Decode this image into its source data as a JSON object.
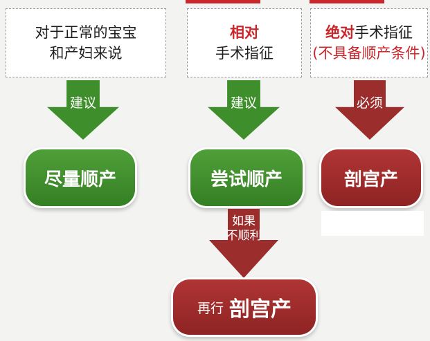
{
  "colors": {
    "green": "#3e8f2b",
    "red": "#c9272b",
    "dark_red": "#9b2d2d",
    "box_border": "#9a9a9a"
  },
  "columns": [
    {
      "box_lines": [
        {
          "text": "对于正常的宝宝",
          "emphasis": ""
        },
        {
          "text": "和产妇来说",
          "emphasis": ""
        }
      ],
      "arrow_label": "建议",
      "result": "尽量顺产"
    },
    {
      "box_lines": [
        {
          "text": "相对",
          "emphasis": "red-bold"
        },
        {
          "text": "手术指征",
          "emphasis": ""
        }
      ],
      "arrow_label": "建议",
      "result": "尝试顺产"
    },
    {
      "box_line1_strong": "绝对",
      "box_line1_rest": "手术指征",
      "box_line2": "(不具备顺产条件)",
      "arrow_label": "必须",
      "result": "剖宫产"
    }
  ],
  "fallback": {
    "arrow_label_line1": "如果",
    "arrow_label_line2": "不顺利",
    "result_prefix": "再行",
    "result_main": "剖宫产"
  }
}
